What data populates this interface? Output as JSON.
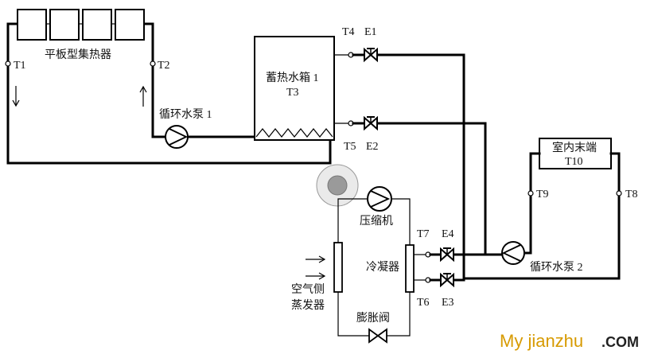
{
  "labels": {
    "collector": "平板型集热器",
    "t1": "T1",
    "t2": "T2",
    "pump1": "循环水泵 1",
    "tank_line1": "蓄热水箱 1",
    "tank_line2": "T3",
    "t4": "T4",
    "e1": "E1",
    "t5": "T5",
    "e2": "E2",
    "terminal_line1": "室内末端",
    "terminal_line2": "T10",
    "t9": "T9",
    "t8": "T8",
    "compressor": "压缩机",
    "condenser": "冷凝器",
    "t7": "T7",
    "e4": "E4",
    "t6": "T6",
    "e3": "E3",
    "pump2": "循环水泵 2",
    "evaporator_line1": "空气侧",
    "evaporator_line2": "蒸发器",
    "expansion_valve": "膨胀阀"
  },
  "watermark": {
    "prefix": "My jianzhu",
    "suffix": ".COM"
  }
}
